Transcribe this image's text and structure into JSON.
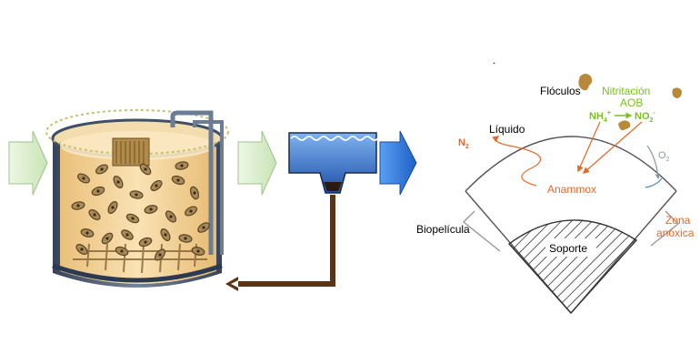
{
  "labels": {
    "floculos": "Flóculos",
    "nitritacion": "Nitritación",
    "aob": "AOB",
    "nh4_base": "NH",
    "nh4_sub": "4",
    "nh4_sup": "+",
    "no2_base": "NO",
    "no2_sub": "2",
    "no2_sup": "-",
    "liquido": "Líquido",
    "n2_base": "N",
    "n2_sub": "2",
    "o2_base": "O",
    "o2_sub": "2",
    "anammox": "Anammox",
    "zona": "Zona",
    "anoxica": "anóxica",
    "biopelicula": "Biopelícula",
    "soporte": "Soporte",
    "dot": "."
  },
  "colors": {
    "flow_arrow_fill": "#d6ecc8",
    "outlet_arrow_fill": "#3a7de0",
    "return_pipe": "#5b3415",
    "reactor_liquid": "#f6d69e",
    "reactor_wall": "#3f4f66",
    "granule": "#a8895a",
    "nitritation_green": "#79c21b",
    "anammox_orange": "#e06a2a",
    "floc_brown": "#b9893b",
    "o2_gray": "#8a96a8"
  },
  "icons": {
    "inlet_arrow": "arrow-right-icon",
    "mid_arrow": "arrow-right-icon",
    "outlet_arrow": "arrow-right-icon",
    "floc": "floc-blob-icon"
  }
}
